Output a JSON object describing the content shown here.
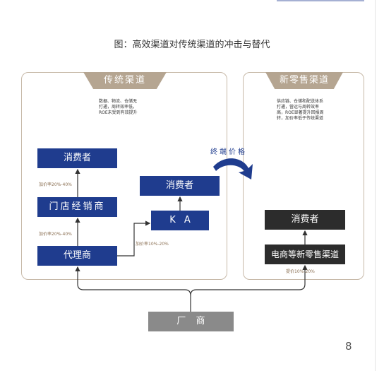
{
  "title": "图：高效渠道对传统渠道的冲击与替代",
  "traditional": {
    "tab": "传统渠道",
    "note": "数据、物流、仓储无\n打通，周转效率低，\nROE未受到有效提升",
    "consumer": "消费者",
    "store": "门店经销商",
    "agent": "代理商",
    "ka_consumer": "消费者",
    "ka": "K A",
    "rate_store_consumer": "加价率20%-40%",
    "rate_agent_store": "加价率20%-40%",
    "rate_agent_ka": "加价率10%-20%"
  },
  "new_retail": {
    "tab": "新零售渠道",
    "note": "供应链、仓储和配送体系\n打通，营运与周转效率\n高，ROE显著提升回报周\n转，加价率低于传统渠道",
    "consumer": "消费者",
    "ecommerce": "电商等新零售渠道",
    "rate": "提价10%-20%"
  },
  "flow_label": "终端价格",
  "manufacturer": "厂 商",
  "page_number": "8",
  "colors": {
    "blue": "#1f3c8e",
    "dark": "#2c2c2c",
    "tab_beige": "#b5a591",
    "manufacturer_gray": "#8a8a8a"
  }
}
